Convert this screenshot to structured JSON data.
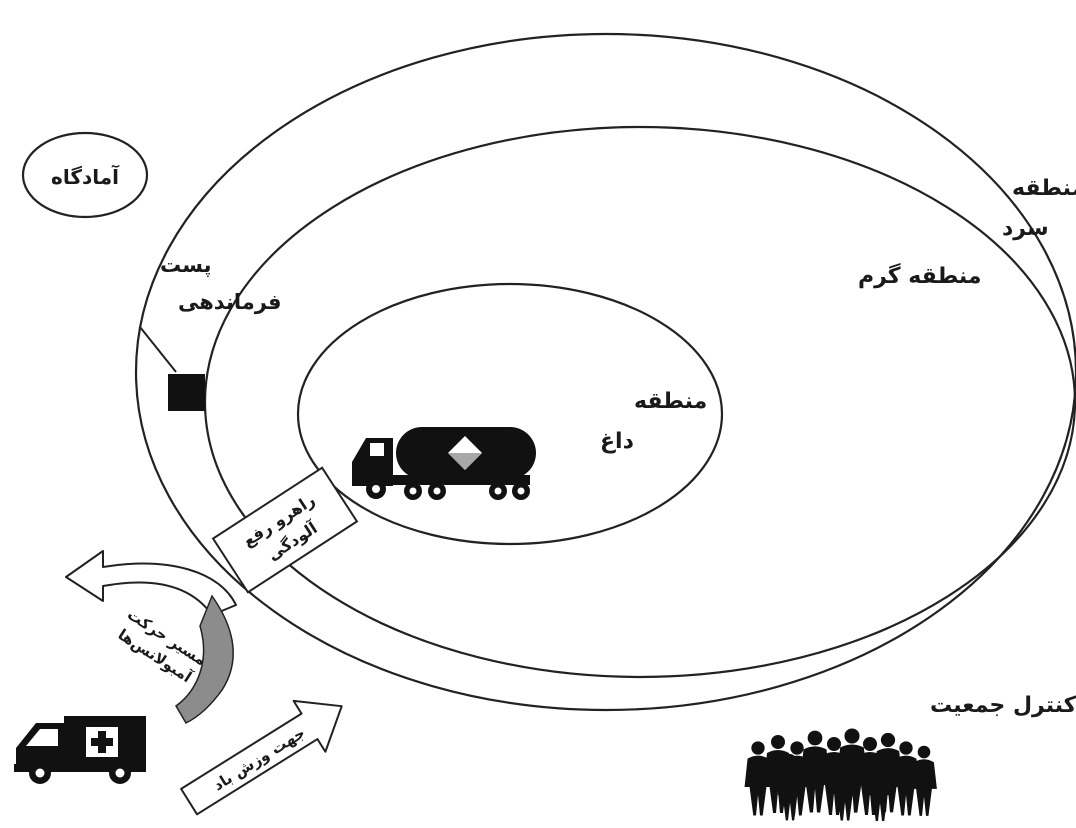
{
  "labels": {
    "staging_area": "آمادگاه",
    "command_post_line1": "پست",
    "command_post_line2": "فرماندهی",
    "cold_zone_line1": "منطقه",
    "cold_zone_line2": "سرد",
    "warm_zone": "منطقه گرم",
    "hot_zone_line1": "منطقه",
    "hot_zone_line2": "داغ",
    "decon_corridor_line1": "راهرو رفع",
    "decon_corridor_line2": "آلودگی",
    "ambulance_route_line1": "مسیر حرکت",
    "ambulance_route_line2": "آمبولانس‌ها",
    "wind_direction": "جهت وزش باد",
    "crowd_control": "کنترل جمعیت"
  },
  "icons": {
    "tanker": "tanker-truck-icon",
    "ambulance": "ambulance-icon",
    "crowd": "crowd-silhouette-icon",
    "command_post": "command-post-square-icon",
    "wind_arrow": "wind-arrow-icon",
    "route_arrow": "curved-route-arrow-icon"
  },
  "colors": {
    "stroke": "#222222",
    "route_band": "#8c8c8c",
    "hazard_diamond_top": "#ffffff",
    "hazard_diamond_bottom": "#a8a8a8"
  }
}
